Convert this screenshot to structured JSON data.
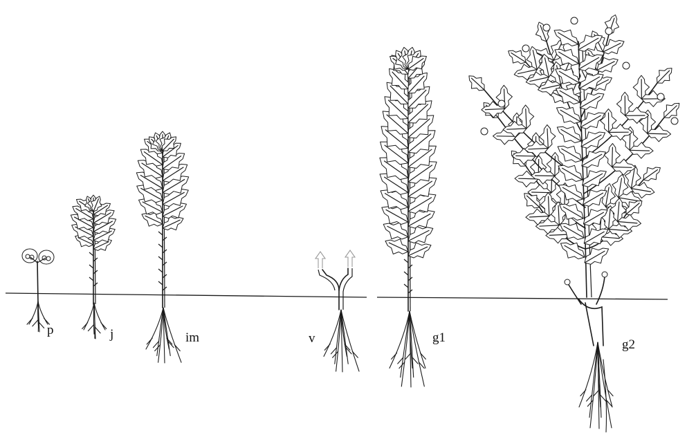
{
  "stages": [
    {
      "id": "p",
      "label": "p"
    },
    {
      "id": "j",
      "label": "j"
    },
    {
      "id": "im",
      "label": "im"
    },
    {
      "id": "v",
      "label": "v"
    },
    {
      "id": "g1",
      "label": "g1"
    },
    {
      "id": "g2",
      "label": "g2"
    }
  ],
  "colors": {
    "ink": "#1a1a1a",
    "background": "#ffffff",
    "arrow": "#9a9a9a"
  }
}
